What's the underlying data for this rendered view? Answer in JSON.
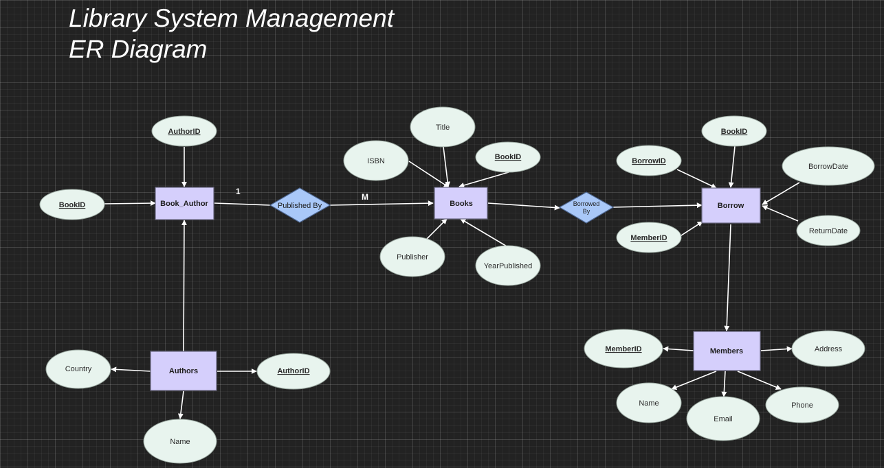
{
  "title": {
    "line1": "Library System Management",
    "line2": "ER Diagram"
  },
  "entities": {
    "book_author": "Book_Author",
    "books": "Books",
    "borrow": "Borrow",
    "authors": "Authors",
    "members": "Members"
  },
  "relationships": {
    "published_by": "Published By",
    "borrowed_by_line1": "Borrowed",
    "borrowed_by_line2": "By"
  },
  "cardinality": {
    "published_by_left": "1",
    "published_by_right": "M"
  },
  "attributes": {
    "book_author_authorid": "AuthorID",
    "book_author_bookid": "BookID",
    "books_title": "Title",
    "books_isbn": "ISBN",
    "books_bookid": "BookID",
    "books_publisher": "Publisher",
    "books_yearpublished": "YearPublished",
    "borrow_bookid": "BookID",
    "borrow_borrowid": "BorrowID",
    "borrow_borrowdate": "BorrowDate",
    "borrow_memberid": "MemberID",
    "borrow_returndate": "ReturnDate",
    "authors_country": "Country",
    "authors_authorid": "AuthorID",
    "authors_name": "Name",
    "members_memberid": "MemberID",
    "members_address": "Address",
    "members_name": "Name",
    "members_email": "Email",
    "members_phone": "Phone"
  }
}
